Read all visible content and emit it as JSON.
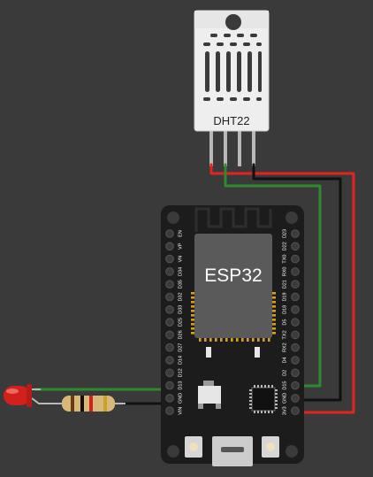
{
  "sensor": {
    "label": "DHT22"
  },
  "board": {
    "label": "ESP32",
    "left_pins": [
      "EN",
      "VP",
      "VN",
      "D34",
      "D35",
      "D32",
      "D33",
      "D25",
      "D26",
      "D27",
      "D14",
      "D12",
      "D13",
      "GND",
      "VIN"
    ],
    "right_pins": [
      "D23",
      "D22",
      "TX0",
      "RX0",
      "D21",
      "D19",
      "D18",
      "D5",
      "TX2",
      "RX2",
      "D4",
      "D2",
      "D15",
      "GND",
      "3V3"
    ]
  },
  "colors": {
    "background": "#3a3a3a",
    "board": "#1c1c1c",
    "wire_red": "#e32420",
    "wire_green": "#2d8a2d",
    "wire_black": "#111111",
    "led": "#d4201c",
    "sensor_body": "#eeeeee"
  }
}
